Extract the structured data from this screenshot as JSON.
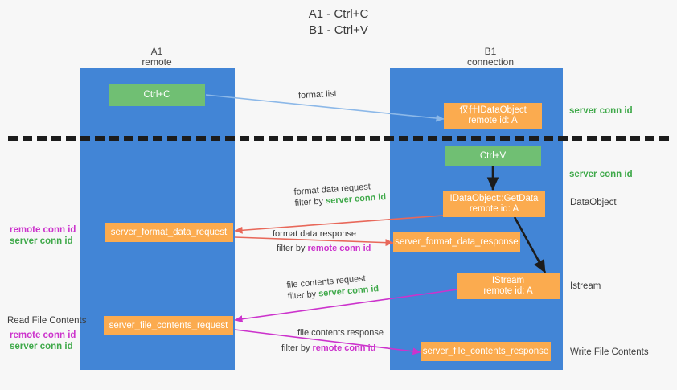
{
  "title": {
    "line1": "A1 - Ctrl+C",
    "line2": "B1 - Ctrl+V"
  },
  "lanes": [
    {
      "name": "A1",
      "sub": "remote"
    },
    {
      "name": "B1",
      "sub": "connection"
    }
  ],
  "nodes": {
    "ctrl_c": {
      "line1": "Ctrl+C",
      "line2": ""
    },
    "idataobject": {
      "line1": "仅什IDataObject",
      "line2": "remote id: A"
    },
    "ctrl_v": {
      "line1": "Ctrl+V",
      "line2": ""
    },
    "getdata": {
      "line1": "IDataObject::GetData",
      "line2": "remote id: A"
    },
    "server_format_data_request": {
      "line1": "server_format_data_request",
      "line2": ""
    },
    "server_format_data_response": {
      "line1": "server_format_data_response",
      "line2": ""
    },
    "istream": {
      "line1": "IStream",
      "line2": "remote id: A"
    },
    "server_file_contents_request": {
      "line1": "server_file_contents_request",
      "line2": ""
    },
    "server_file_contents_response": {
      "line1": "server_file_contents_response",
      "line2": ""
    }
  },
  "edge_labels": {
    "format_list": "format list",
    "format_data_request": "format data request",
    "format_data_request_filter_prefix": "filter by ",
    "format_data_request_filter_value": "server conn id",
    "format_data_response": "format data response",
    "format_data_response_filter_prefix": "filter by ",
    "format_data_response_filter_value": "remote conn id",
    "file_contents_request": "file contents request",
    "file_contents_request_filter_prefix": "filter by ",
    "file_contents_request_filter_value": "server conn id",
    "file_contents_response": "file contents response",
    "file_contents_response_filter_prefix": "filter by ",
    "file_contents_response_filter_value": "remote conn id"
  },
  "right_notes": {
    "server_conn_id_top": "server conn id",
    "server_conn_id_mid": "server conn id",
    "dataobject": "DataObject",
    "istream": "Istream",
    "write_file_contents": "Write File Contents"
  },
  "left_notes": {
    "remote_conn_id_1": "remote conn id",
    "server_conn_id_1": "server conn id",
    "read_file_contents": "Read File Contents",
    "remote_conn_id_2": "remote conn id",
    "server_conn_id_2": "server conn id"
  },
  "colors": {
    "lane": "#4285d6",
    "orange": "#fbab4f",
    "green_box": "#70bf73",
    "green_text": "#3fa94a",
    "magenta_text": "#cc33cc",
    "blue_arrow": "#8cb8e8",
    "red_arrow": "#e8685a",
    "black_arrow": "#1c1c1c",
    "background": "#f7f7f7"
  }
}
